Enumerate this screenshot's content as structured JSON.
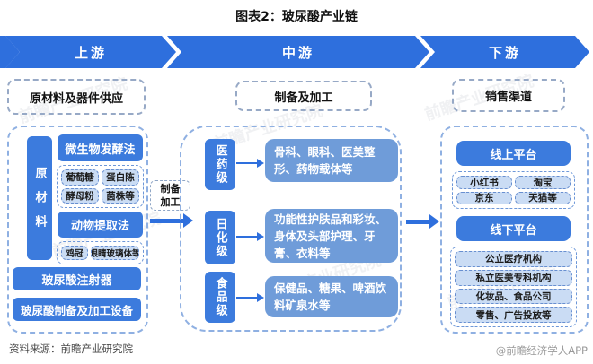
{
  "title": "图表2：玻尿酸产业链",
  "banners": [
    {
      "label": "上游"
    },
    {
      "label": "中游"
    },
    {
      "label": "下游"
    }
  ],
  "upstream": {
    "header": "原材料及器件供应",
    "vertical_label": "原材料",
    "methods": [
      {
        "name": "微生物发酵法",
        "items": [
          "葡萄糖",
          "蛋白陈",
          "酵母粉",
          "菌株等"
        ]
      },
      {
        "name": "动物提取法",
        "items": [
          "鸡冠",
          "眼睛玻璃体等"
        ]
      }
    ],
    "extras": [
      "玻尿酸注射器",
      "玻尿酸制备及加工设备"
    ]
  },
  "connector": {
    "line1": "制备",
    "line2": "加工"
  },
  "midstream": {
    "header": "制备及加工",
    "grades": [
      {
        "grade": "医药级",
        "applications": "骨科、眼科、医美整形、药物载体等"
      },
      {
        "grade": "日化级",
        "applications": "功能性护肤品和彩妆、身体及头部护理、牙膏、衣料等"
      },
      {
        "grade": "食品级",
        "applications": "保健品、糖果、啤酒饮料矿泉水等"
      }
    ]
  },
  "downstream": {
    "header": "销售渠道",
    "online": {
      "title": "线上平台",
      "platforms": [
        "小红书",
        "淘宝",
        "京东",
        "天猫等"
      ]
    },
    "offline": {
      "title": "线下平台",
      "channels": [
        "公立医疗机构",
        "私立医美专科机构",
        "化妆品、食品公司",
        "零售、广告投放等"
      ]
    }
  },
  "footer": {
    "source": "资料来源：前瞻产业研究院",
    "brand": "@前瞻经济学人APP"
  },
  "watermark": "前瞻产业研究院",
  "colors": {
    "primary_blue": "#2e6fdd",
    "solid_box_blue": "#3c7bdd",
    "application_box_blue": "#6f9cd9",
    "chip_blue": "#cadcf4",
    "dashed_border_blue": "#8fb0e2"
  }
}
